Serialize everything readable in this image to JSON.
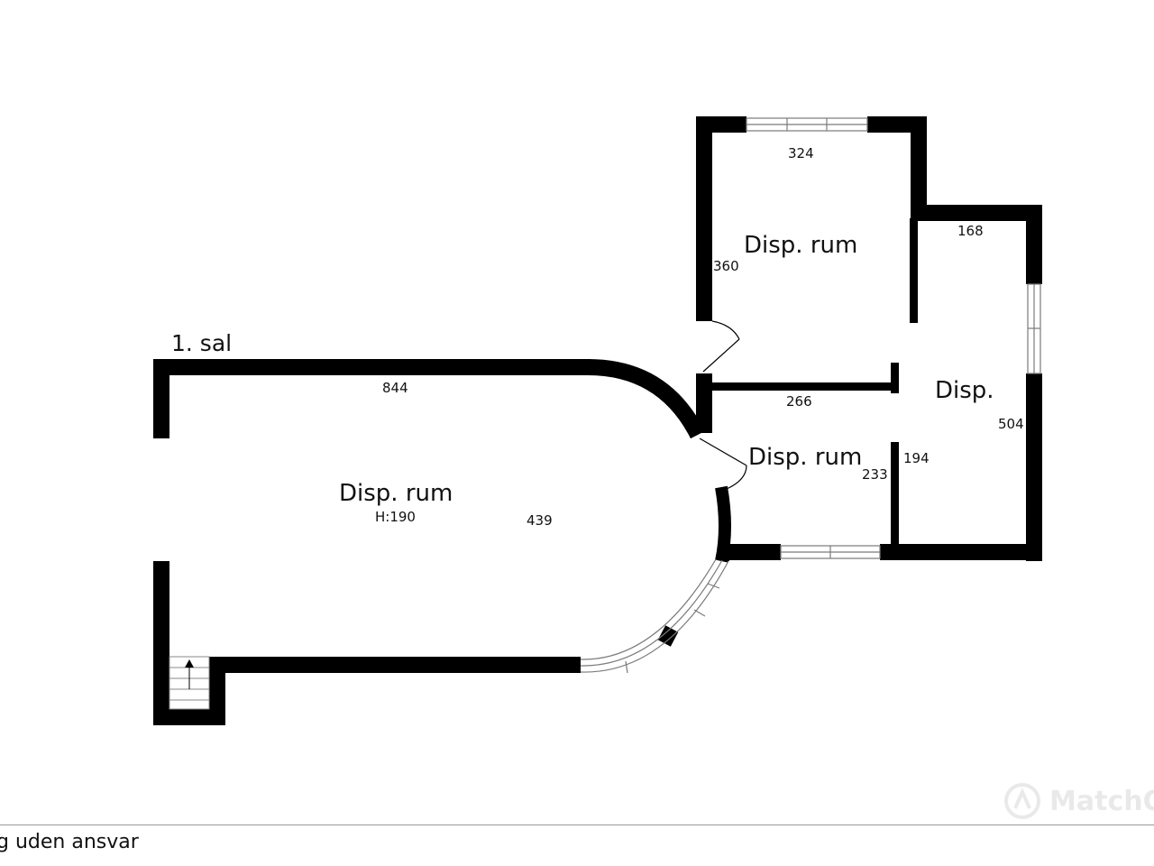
{
  "floor": {
    "title": "1. sal"
  },
  "rooms": {
    "main": {
      "label": "Disp. rum",
      "height_note": "H:190"
    },
    "upper_right": {
      "label": "Disp. rum"
    },
    "lower_middle": {
      "label": "Disp. rum"
    },
    "side": {
      "label": "Disp."
    }
  },
  "dimensions": {
    "main_length": "844",
    "main_width": "439",
    "upper_width": "324",
    "upper_depth": "360",
    "side_top": "168",
    "side_length": "504",
    "middle_width": "266",
    "middle_depth": "233",
    "side_inner": "194"
  },
  "footer": {
    "disclaimer": "g uden ansvar"
  },
  "watermark": {
    "text": "MatchOf",
    "icon": "matchoffice-logo-icon"
  },
  "colors": {
    "wall": "#000000",
    "window_frame": "#7a7a7a",
    "background": "#ffffff"
  }
}
